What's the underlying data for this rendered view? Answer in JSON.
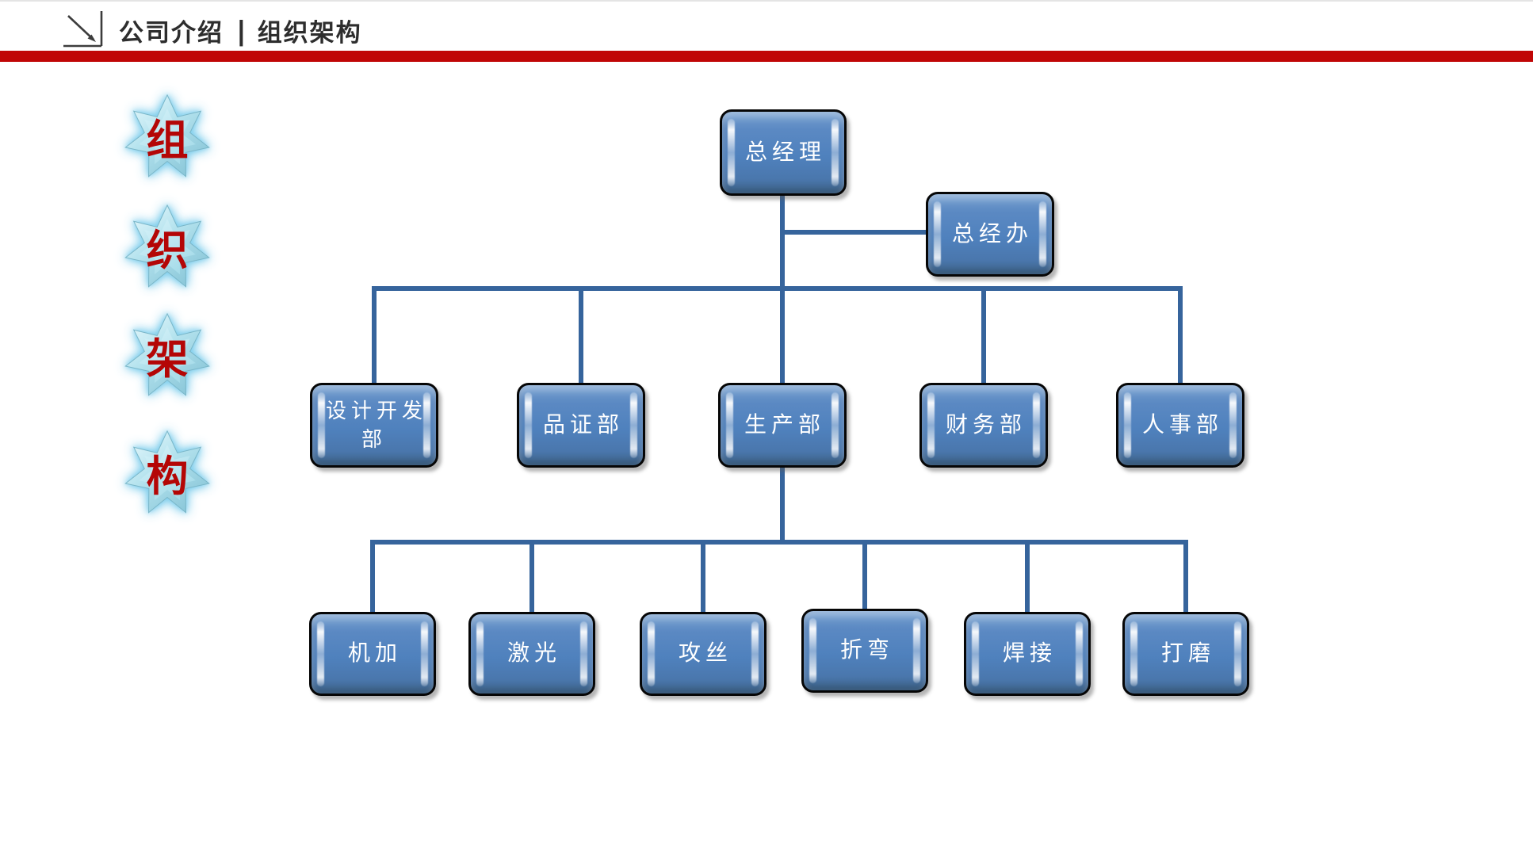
{
  "header": {
    "title_left": "公司介绍",
    "separator": "|",
    "title_right": "组织架构",
    "accent_color": "#c00505",
    "icon": "corner-arrow-down-right"
  },
  "side_badges": {
    "characters": [
      "组",
      "织",
      "架",
      "构"
    ],
    "shape": "seven-point-star",
    "star_fill": "#b5e3ee",
    "char_color": "#b40606"
  },
  "org_chart": {
    "root": {
      "label": "总经理"
    },
    "staff": {
      "label": "总经办"
    },
    "departments": [
      {
        "label": "设计开发部"
      },
      {
        "label": "品证部"
      },
      {
        "label": "生产部"
      },
      {
        "label": "财务部"
      },
      {
        "label": "人事部"
      }
    ],
    "production_units": [
      {
        "label": "机加"
      },
      {
        "label": "激光"
      },
      {
        "label": "攻丝"
      },
      {
        "label": "折弯"
      },
      {
        "label": "焊接"
      },
      {
        "label": "打磨"
      }
    ],
    "node_fill": "#4f81bd",
    "node_border": "#060606",
    "node_text_color": "#ffffff",
    "connector_color": "#36649c"
  }
}
